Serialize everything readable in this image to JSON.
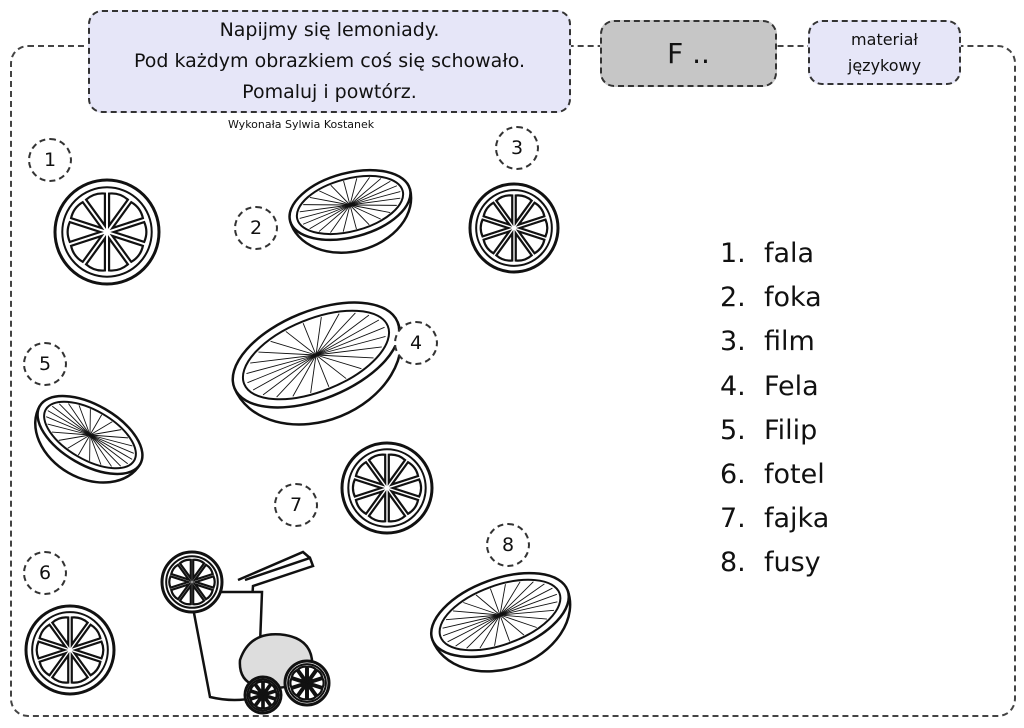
{
  "header": {
    "instructions": [
      "Napijmy się lemoniady.",
      "Pod każdym obrazkiem coś się schowało.",
      "Pomaluj i powtórz."
    ],
    "letter": "F ..",
    "material": [
      "materiał",
      "językowy"
    ],
    "credit": "Wykonała Sylwia Kostanek"
  },
  "picture_numbers": [
    "1",
    "2",
    "3",
    "4",
    "5",
    "6",
    "7",
    "8"
  ],
  "words": [
    {
      "n": "1.",
      "w": "fala"
    },
    {
      "n": "2.",
      "w": "foka"
    },
    {
      "n": "3.",
      "w": "film"
    },
    {
      "n": "4.",
      "w": "Fela"
    },
    {
      "n": "5.",
      "w": "Filip"
    },
    {
      "n": "6.",
      "w": "fotel"
    },
    {
      "n": "7.",
      "w": "fajka"
    },
    {
      "n": "8.",
      "w": "fusy"
    }
  ],
  "colors": {
    "title_bg": "#e6e6f8",
    "letter_bg": "#c6c6c6",
    "outline": "#333333"
  }
}
